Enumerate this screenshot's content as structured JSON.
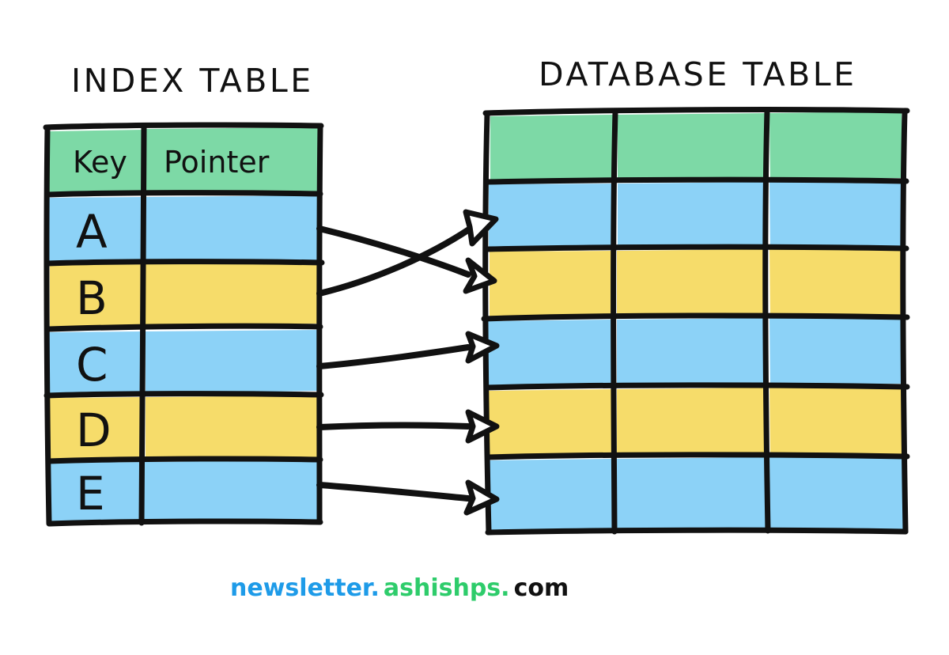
{
  "diagram": {
    "title_left": "INDEX TABLE",
    "title_right": "DATABASE TABLE",
    "style": "hand-drawn sketch"
  },
  "colors": {
    "green": "#7DD9A6",
    "blue": "#8CD2F7",
    "yellow": "#F6DC6A",
    "stroke": "#111111",
    "background": "#FFFFFF",
    "footer_blue": "#1E9BE8",
    "footer_green": "#2ECC6B",
    "footer_black": "#111111"
  },
  "index_table": {
    "title": "INDEX TABLE",
    "columns": [
      "Key",
      "Pointer"
    ],
    "header_fill": "#7DD9A6",
    "rows": [
      {
        "key": "A",
        "pointer": "",
        "fill": "#8CD2F7"
      },
      {
        "key": "B",
        "pointer": "",
        "fill": "#F6DC6A"
      },
      {
        "key": "C",
        "pointer": "",
        "fill": "#8CD2F7"
      },
      {
        "key": "D",
        "pointer": "",
        "fill": "#F6DC6A"
      },
      {
        "key": "E",
        "pointer": "",
        "fill": "#8CD2F7"
      }
    ]
  },
  "database_table": {
    "title": "DATABASE TABLE",
    "column_count": 3,
    "header_fill": "#7DD9A6",
    "rows": [
      {
        "cells": [
          "",
          "",
          ""
        ],
        "fill": "#8CD2F7"
      },
      {
        "cells": [
          "",
          "",
          ""
        ],
        "fill": "#F6DC6A"
      },
      {
        "cells": [
          "",
          "",
          ""
        ],
        "fill": "#8CD2F7"
      },
      {
        "cells": [
          "",
          "",
          ""
        ],
        "fill": "#F6DC6A"
      },
      {
        "cells": [
          "",
          "",
          ""
        ],
        "fill": "#8CD2F7"
      }
    ]
  },
  "pointers": [
    {
      "from_key": "A",
      "to_row_index": 2,
      "crosses": true
    },
    {
      "from_key": "B",
      "to_row_index": 1,
      "crosses": true
    },
    {
      "from_key": "C",
      "to_row_index": 3,
      "crosses": false
    },
    {
      "from_key": "D",
      "to_row_index": 4,
      "crosses": false
    },
    {
      "from_key": "E",
      "to_row_index": 5,
      "crosses": false
    }
  ],
  "footer": {
    "part1": "newsletter",
    "dot1": ".",
    "part2": "ashishps",
    "dot2": ".",
    "part3": "com"
  }
}
